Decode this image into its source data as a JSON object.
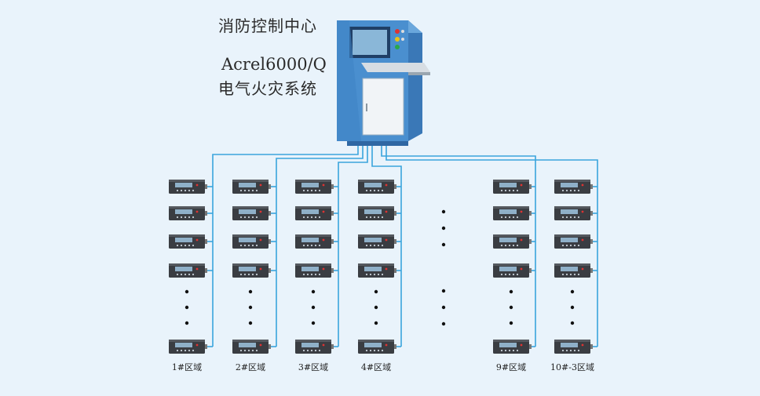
{
  "title": {
    "line1": "消防控制中心",
    "line2": "Acrel6000/Q",
    "line3": "电气火灾系统"
  },
  "zones": [
    {
      "label": "1#区域"
    },
    {
      "label": "2#区域"
    },
    {
      "label": "3#区域"
    },
    {
      "label": "4#区域"
    },
    {
      "label": "9#区域"
    },
    {
      "label": "10#-3区域"
    }
  ],
  "colors": {
    "background": "#e9f3fb",
    "bus_line": "#3aa5dd",
    "cabinet_body": "#4a8fcf",
    "cabinet_panel": "#f2f4f6",
    "device_body": "#3a3d42",
    "device_screen": "#8fb0c8"
  },
  "icons": {
    "controller": "fire-control-cabinet-icon",
    "device": "electrical-fire-monitor-icon",
    "ellipsis": "vertical-ellipsis-icon"
  }
}
